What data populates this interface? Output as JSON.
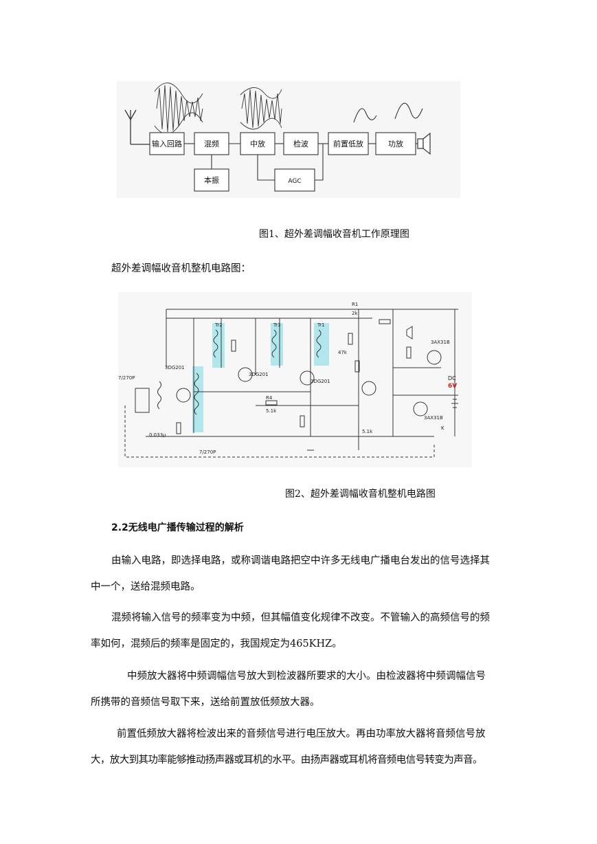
{
  "figure1": {
    "blocks": {
      "input": "输入回路",
      "mixer": "混频",
      "oscillator": "本振",
      "if_amp": "中放",
      "detector": "检波",
      "preamp": "前置低放",
      "power_amp": "功放",
      "agc": "AGC"
    },
    "caption": "图1、超外差调幅收音机工作原理图"
  },
  "intro_line": "超外差调幅收音机整机电路图：",
  "figure2": {
    "caption": "图2、超外差调幅收音机整机电路图",
    "labels": {
      "tr1": "Tr1",
      "tr2": "Tr2",
      "tr3": "Tr3",
      "t1": "3DG201",
      "t2": "3DG201",
      "t3": "3DG201",
      "t7": "3AX31B",
      "t8": "3AX31B",
      "dc": "DC",
      "dc_v": "6V",
      "r1": "R1",
      "r1v": "2k",
      "r4": "R4",
      "r4v": "5.1k",
      "r9v": "47k",
      "r11v": "5.1k",
      "c1": "7/270P",
      "c3v": "0.033μ",
      "c_bottom": "7/270P",
      "k": "K"
    }
  },
  "section_heading": "2.2无线电广播传输过程的解析",
  "paragraphs": [
    {
      "line1": "由输入电路，即选择电路，或称调谐电路把空中许多无线电广播电台发出的信号选择其",
      "line2": "中一个，送给混频电路。"
    },
    {
      "line1": "混频将输入信号的频率变为中频，但其幅值变化规律不改变。不管输入的高频信号的频",
      "line2": "率如何，混频后的频率是固定的，我国规定为465KHZ。"
    },
    {
      "line1": "中频放大器将中频调幅信号放大到检波器所要求的大小。由检波器将中频调幅信号",
      "line2": "所携带的音频信号取下来，送给前置放低频放大器。"
    },
    {
      "line1": "前置低频放大器将检波出来的音频信号进行电压放大。再由功率放大器将音频信号放",
      "line2": "大，放大到其功率能够推动扬声器或耳机的水平。由扬声器或耳机将音频电信号转变为声音。"
    }
  ]
}
